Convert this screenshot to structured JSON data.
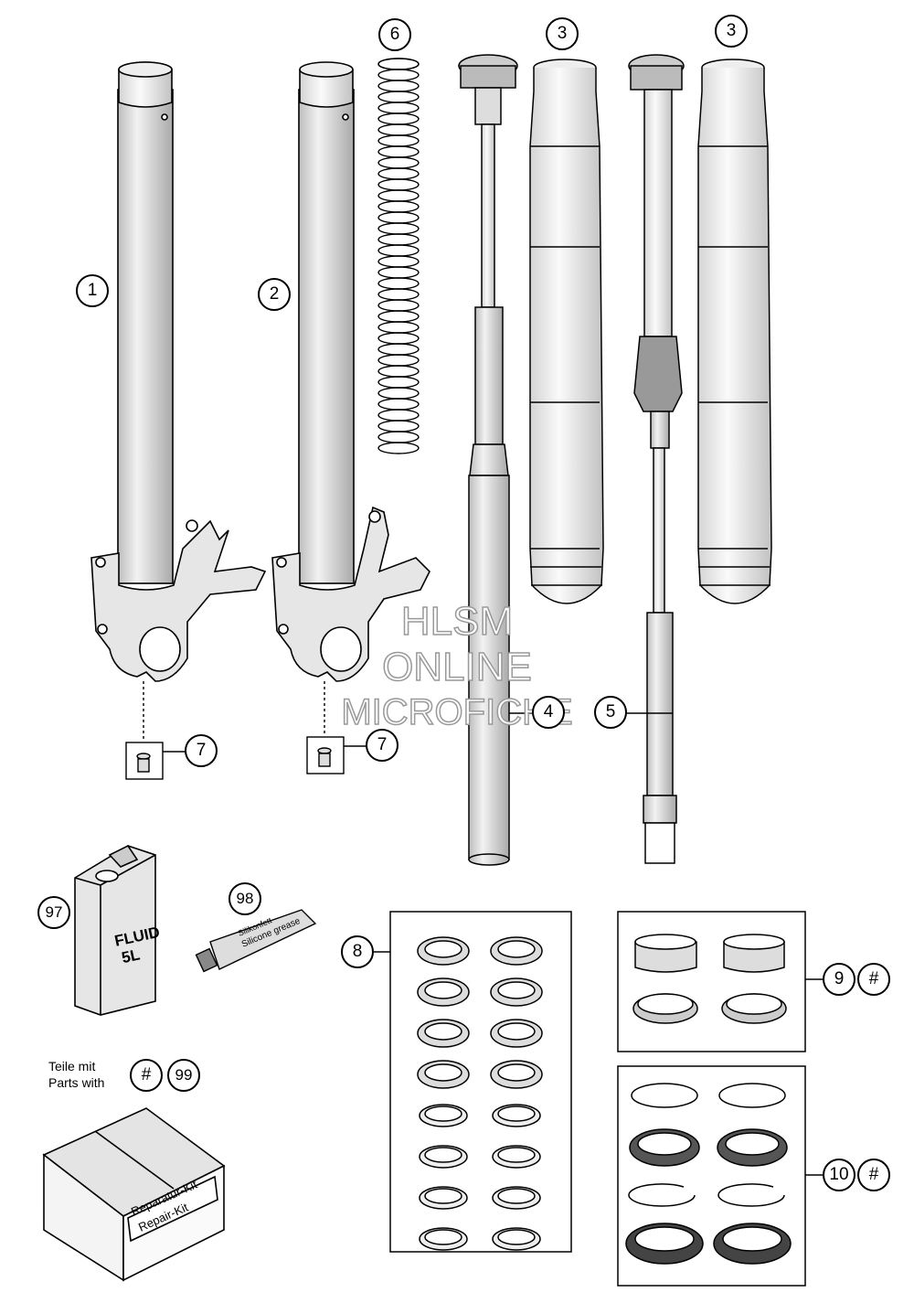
{
  "callouts": [
    "1",
    "2",
    "3",
    "4",
    "5",
    "6",
    "7",
    "8",
    "9",
    "10",
    "97",
    "98",
    "99",
    "#"
  ],
  "can_label": {
    "line1": "FLUID",
    "line2": "5L"
  },
  "tube_label": {
    "line1": "Silicone grease",
    "brand": "Silikonfett"
  },
  "teile_text": {
    "de": "Teile mit",
    "en": "Parts with"
  },
  "box_label": {
    "de": "Reparatur-Kit",
    "en": "Repair-Kit"
  },
  "watermark": {
    "line1": "HLSM",
    "line2": "ONLINE",
    "line3": "MICROFICHE"
  }
}
